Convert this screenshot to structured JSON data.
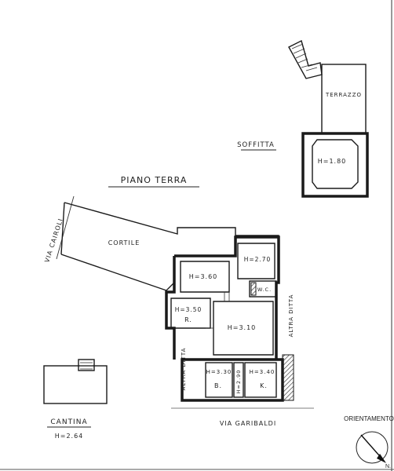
{
  "labels": {
    "terrazzo": "TERRAZZO",
    "soffitta": "SOFFITTA",
    "soffitta_height": "H=1.80",
    "piano_terra": "PIANO TERRA",
    "via_cairoli": "VIA CAIROLI",
    "cortile": "CORTILE",
    "room_h270": "H=2.70",
    "room_h360": "H=3.60",
    "wc": "W.C.",
    "altra_ditta_right": "ALTRA DITTA",
    "room_h350": "H=3.50",
    "room_r": "R.",
    "room_h310": "H=3.10",
    "room_h330": "H=3.30",
    "room_h340": "H=3.40",
    "corridor_h": "H=2.90",
    "room_b": "B.",
    "room_k": "K.",
    "altra_ditta_left": "ALTRA DITTA",
    "cantina": "CANTINA",
    "cantina_height": "H=2.64",
    "via_garibaldi": "VIA GARIBALDI",
    "orientamento": "ORIENTAMENTO",
    "north": "N."
  }
}
